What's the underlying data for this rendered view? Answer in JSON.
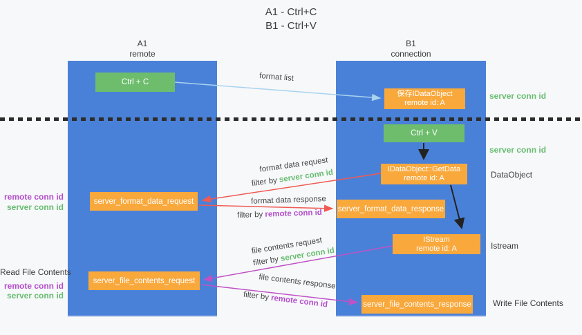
{
  "title": {
    "line1": "A1 - Ctrl+C",
    "line2": "B1 - Ctrl+V"
  },
  "lanes": {
    "left": {
      "name": "A1",
      "subtitle": "remote"
    },
    "right": {
      "name": "B1",
      "subtitle": "connection"
    }
  },
  "nodes": {
    "ctrl_c": "Ctrl + C",
    "ctrl_v": "Ctrl + V",
    "save_dataobject": {
      "line1": "保存IDataObject",
      "line2": "remote id: A"
    },
    "getdata": {
      "line1": "IDataObject::GetData",
      "line2": "remote id: A"
    },
    "istream": {
      "line1": "IStream",
      "line2": "remote id: A"
    },
    "format_request": "server_format_data_request",
    "format_response": "server_format_data_response",
    "file_request": "server_file_contents_request",
    "file_response": "server_file_contents_response"
  },
  "arrow_labels": {
    "format_list": "format list",
    "format_data_request": "format data request",
    "format_data_response": "format data response",
    "file_contents_request": "file contents request",
    "file_contents_response": "file contents response",
    "filter_by": "filter by"
  },
  "annotations": {
    "server_conn_id": "server conn id",
    "remote_conn_id": "remote conn id",
    "dataobject": "DataObject",
    "istream": "Istream",
    "read_file_contents": "Read File Contents",
    "write_file_contents": "Write File Contents"
  },
  "colors": {
    "background": "#f7f8fa",
    "lane": "#4a81d8",
    "green_box": "#6dbd6d",
    "orange_box": "#f9a83c",
    "green_text": "#67bd70",
    "purple_text": "#b44ecb",
    "dark_text": "#3b3b3b",
    "dot_line": "#2c2c2c",
    "arrow_blue": "#a9d3ee",
    "arrow_red": "#ef5a52",
    "arrow_magenta": "#bf52c5",
    "arrow_black": "#222222"
  }
}
